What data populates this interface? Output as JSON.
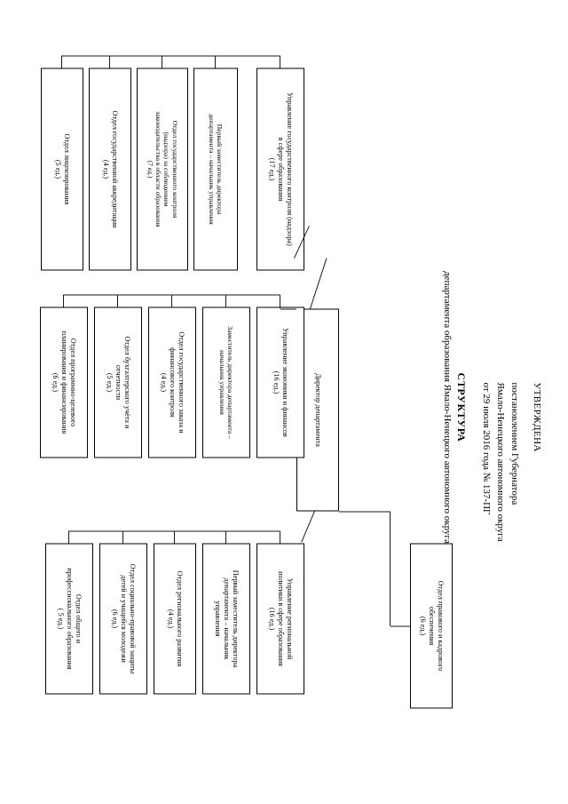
{
  "document": {
    "approval": {
      "heading": "УТВЕРЖДЕНА",
      "line1": "постановлением Губернатора",
      "line2": "Ямало-Ненецкого автономного округа",
      "line3": "от 29 июля 2016 года № 137-ПГ"
    },
    "title_main": "СТРУКТУРА",
    "title_sub": "департамента образования Ямало-Ненецкого автономного округа"
  },
  "chart": {
    "root": {
      "label": "Директор департамента"
    },
    "staff_unit": {
      "label": "Отдел правового и кадрового обеспечения\n(6 ед.)",
      "line1": "Отдел правового и кадрового",
      "line2": "обеспечения",
      "count": "(6 ед.)"
    },
    "branches": [
      {
        "id": "regional-policy",
        "head_line1": "Управление региональной",
        "head_line2": "политики в сфере образования",
        "head_count": "(16 ед.)",
        "chief_line1": "Первый заместитель директора",
        "chief_line2": "департамента – начальник",
        "chief_line3": "управления",
        "units": [
          {
            "line1": "Отдел регионального развития",
            "line2": "",
            "line3": "",
            "count": "(4 ед.)"
          },
          {
            "line1": "Отдел социально-правовой защиты",
            "line2": "детей и учащейся молодежи",
            "line3": "",
            "count": "(6 ед.)"
          },
          {
            "line1": "Отдел общего и",
            "line2": "профессионального образования",
            "line3": "",
            "count": "( 5 ед.)"
          }
        ]
      },
      {
        "id": "economy-finance",
        "head_line1": "Управление экономики и финансов",
        "head_line2": "",
        "head_count": "(16 ед.)",
        "chief_line1": "Заместитель директора департамента –",
        "chief_line2": "начальник управления",
        "chief_line3": "",
        "units": [
          {
            "line1": "Отдел государственного заказа и",
            "line2": "финансового контроля",
            "line3": "",
            "count": "(4 ед.)"
          },
          {
            "line1": "Отдел бухгалтерского учёта и",
            "line2": "отчетности",
            "line3": "",
            "count": "(5 ед.)"
          },
          {
            "line1": "Отдел программно-целевого",
            "line2": "планирования и финансирования",
            "line3": "",
            "count": "(6 ед.)"
          }
        ]
      },
      {
        "id": "state-control",
        "head_line1": "Управление государственного контроля (надзора)",
        "head_line2": "в сфере образования",
        "head_count": "(17 ед.)",
        "chief_line1": "Первый заместитель директора",
        "chief_line2": "департамента – начальник управления",
        "chief_line3": "",
        "units": [
          {
            "line1": "Отдел государственного контроля",
            "line2": "(надзора) за соблюдением",
            "line3": "законодательства в области образования",
            "count": "(7 ед.)"
          },
          {
            "line1": "Отдел государственной аккредитации",
            "line2": "",
            "line3": "",
            "count": "(4 ед.)"
          },
          {
            "line1": "Отдел лицензирования",
            "line2": "",
            "line3": "",
            "count": "(5 ед.)"
          }
        ]
      }
    ]
  }
}
